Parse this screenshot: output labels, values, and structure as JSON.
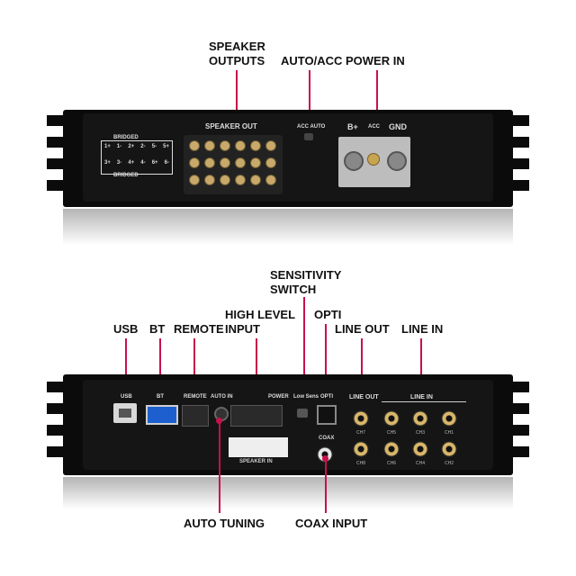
{
  "top_amp": {
    "callouts": {
      "speaker_outputs": "SPEAKER\nOUTPUTS",
      "auto_acc": "AUTO/ACC",
      "power_in": "POWER IN"
    },
    "panel": {
      "speaker_out": "SPEAKER OUT",
      "acc_auto": "ACC AUTO",
      "b_plus": "B+",
      "acc": "ACC",
      "gnd": "GND",
      "bridged": "BRIDGED",
      "bridged_bottom": "BRIDGED",
      "top_row": [
        "1+",
        "1-",
        "2+",
        "2-",
        "5-",
        "5+"
      ],
      "bottom_row": [
        "3+",
        "3-",
        "4+",
        "4-",
        "6+",
        "6-"
      ]
    }
  },
  "bottom_amp": {
    "callouts": {
      "usb": "USB",
      "bt": "BT",
      "remote": "REMOTE",
      "high_level_input": "HIGH LEVEL\nINPUT",
      "sensitivity_switch": "SENSITIVITY\nSWITCH",
      "opti": "OPTI",
      "line_out": "LINE OUT",
      "line_in": "LINE IN",
      "auto_tuning": "AUTO TUNING",
      "coax_input": "COAX INPUT"
    },
    "panel": {
      "usb": "USB",
      "bt": "BT",
      "remote": "REMOTE",
      "auto_in": "AUTO IN",
      "power": "POWER",
      "low_sens": "Low Sens",
      "opti": "OPTI",
      "coax": "COAX",
      "line_out": "LINE OUT",
      "line_in": "LINE IN",
      "speaker_in": "SPEAKER IN",
      "rca_top": [
        "CH7",
        "CH5",
        "CH3",
        "CH1"
      ],
      "rca_bottom": [
        "CH8",
        "CH6",
        "CH4",
        "CH2"
      ]
    }
  }
}
